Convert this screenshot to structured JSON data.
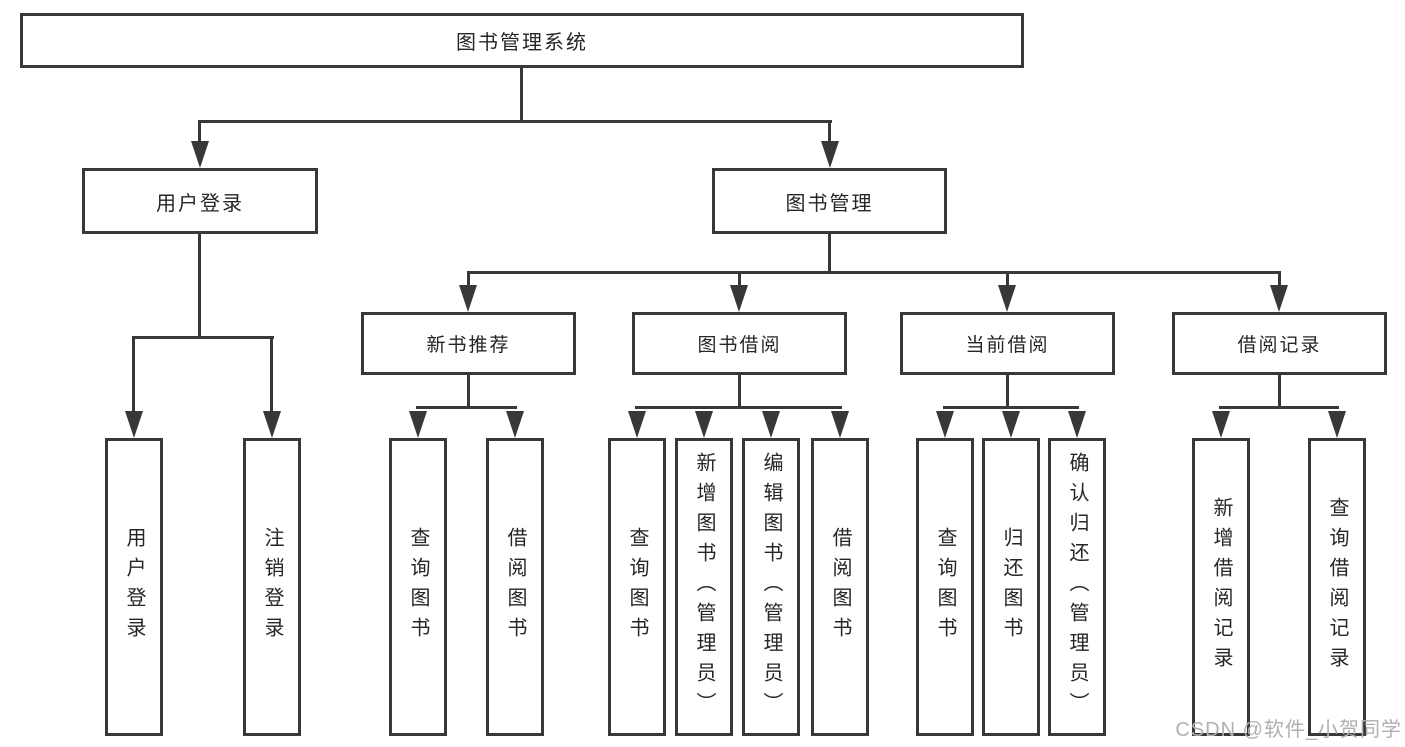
{
  "diagram": {
    "root": "图书管理系统",
    "nodes": {
      "user_login": {
        "label": "用户登录",
        "children": [
          "用户登录",
          "注销登录"
        ]
      },
      "book_mgmt": {
        "label": "图书管理"
      },
      "new_books": {
        "label": "新书推荐",
        "children": [
          "查询图书",
          "借阅图书"
        ]
      },
      "book_borrow": {
        "label": "图书借阅",
        "children": [
          "查询图书",
          "新增图书（管理员）",
          "编辑图书（管理员）",
          "借阅图书"
        ]
      },
      "current_borrow": {
        "label": "当前借阅",
        "children": [
          "查询图书",
          "归还图书",
          "确认归还（管理员）"
        ]
      },
      "borrow_records": {
        "label": "借阅记录",
        "children": [
          "新增借阅记录",
          "查询借阅记录"
        ]
      }
    },
    "colors": {
      "line": "#383838",
      "text": "#262626",
      "watermark": "#b0b0b0",
      "background": "#ffffff"
    }
  },
  "watermark": "CSDN @软件_小贺同学"
}
